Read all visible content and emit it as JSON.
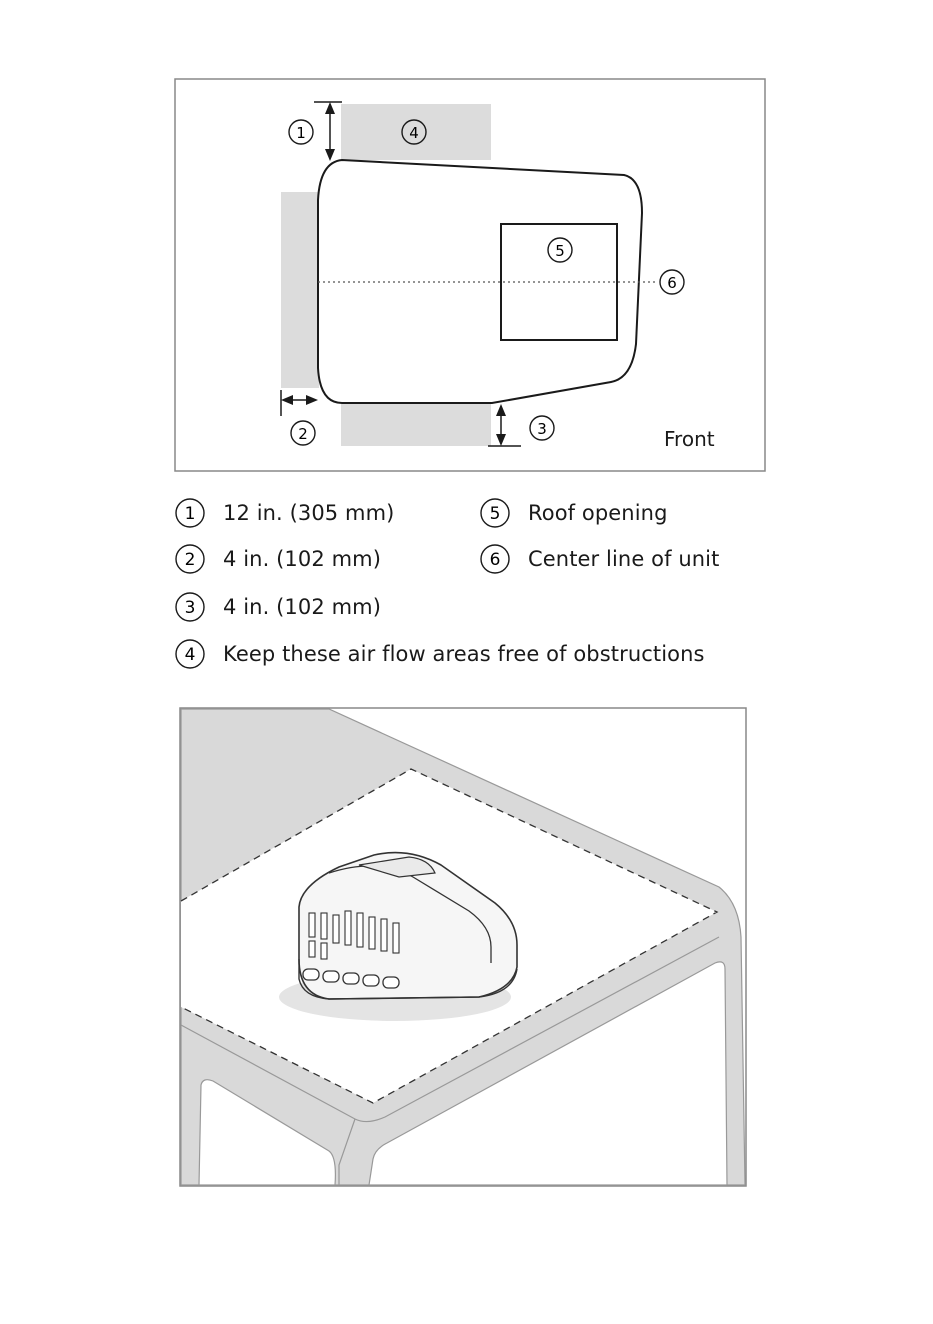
{
  "top_diagram": {
    "callouts": [
      "1",
      "2",
      "3",
      "4",
      "5",
      "6"
    ],
    "front_label": "Front"
  },
  "legend": [
    {
      "num": "1",
      "text": "12 in. (305 mm)"
    },
    {
      "num": "2",
      "text": "4 in. (102 mm)"
    },
    {
      "num": "3",
      "text": "4 in. (102 mm)"
    },
    {
      "num": "4",
      "text": "Keep these air flow areas free of obstructions"
    },
    {
      "num": "5",
      "text": "Roof opening"
    },
    {
      "num": "6",
      "text": "Center line of unit"
    }
  ],
  "colors": {
    "clearance_fill": "#dcdcdc",
    "frame": "#888888",
    "line": "#1a1a1a",
    "roof_gray": "#d6d6d6"
  }
}
